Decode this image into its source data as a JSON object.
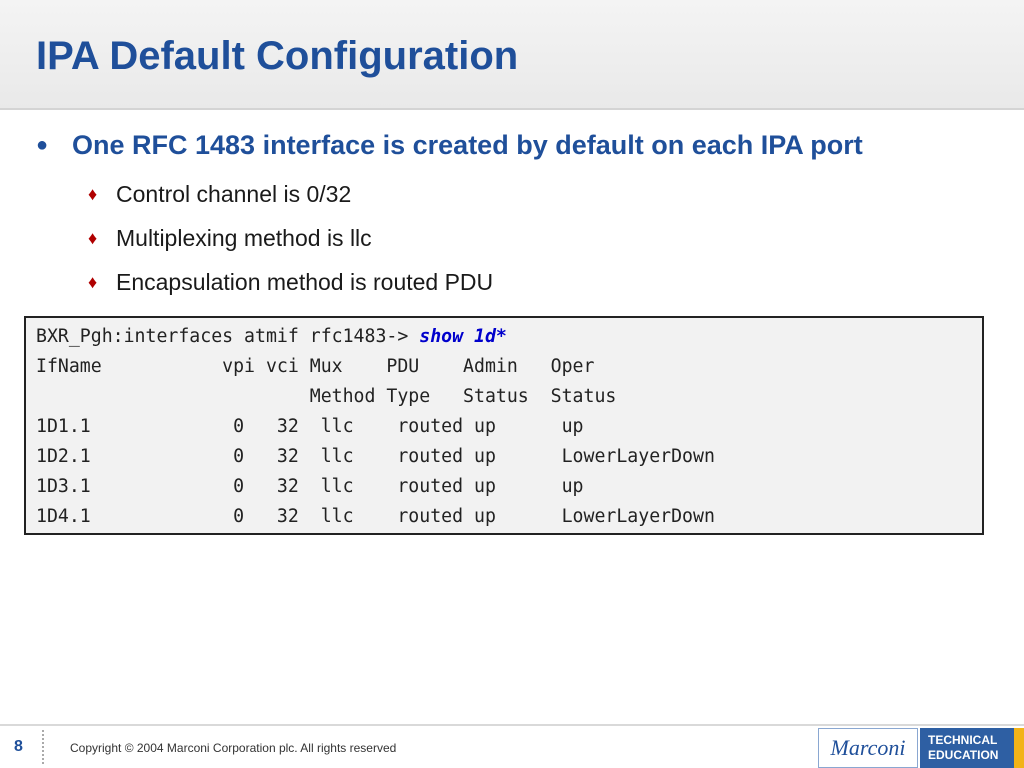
{
  "slide": {
    "title": "IPA Default Configuration",
    "main_bullet": "One RFC 1483 interface is created by default on each IPA port",
    "sub_bullets": [
      "Control channel is 0/32",
      "Multiplexing method is llc",
      "Encapsulation method is routed PDU"
    ]
  },
  "terminal": {
    "prompt": "BXR_Pgh:interfaces atmif rfc1483-> ",
    "command": "show 1d*",
    "header_line1": "IfName           vpi vci Mux    PDU    Admin   Oper",
    "header_line2": "                         Method Type   Status  Status",
    "rows": [
      "1D1.1             0   32  llc    routed up      up",
      "1D2.1             0   32  llc    routed up      LowerLayerDown",
      "1D3.1             0   32  llc    routed up      up",
      "1D4.1             0   32  llc    routed up      LowerLayerDown"
    ]
  },
  "footer": {
    "page_number": "8",
    "copyright": "Copyright © 2004 Marconi Corporation plc. All rights reserved",
    "logo_text": "Marconi",
    "edu_line1": "TECHNICAL",
    "edu_line2": "EDUCATION"
  },
  "icons": {
    "main_bullet": "bullet-dot-icon",
    "sub_bullet": "diamond-icon"
  },
  "colors": {
    "title": "#1f4f9a",
    "diamond": "#b00000",
    "command": "#0000cc",
    "edu_bg": "#2e5fa3",
    "accent": "#f2b318"
  }
}
